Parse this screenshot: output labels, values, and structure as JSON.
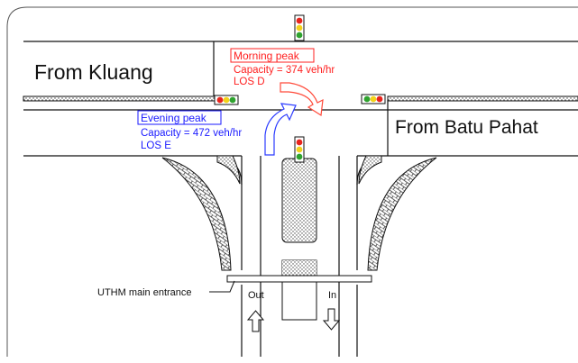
{
  "labels": {
    "from_left": "From Kluang",
    "from_right": "From Batu Pahat",
    "entrance": "UTHM main entrance",
    "out": "Out",
    "in": "In"
  },
  "morning_peak": {
    "title": "Morning peak",
    "capacity": "Capacity = 374 veh/hr",
    "los": "LOS D",
    "color": "#ff2020"
  },
  "evening_peak": {
    "title": "Evening peak",
    "capacity": "Capacity = 472 veh/hr",
    "los": "LOS E",
    "color": "#1a1aff"
  },
  "colors": {
    "line": "#111111",
    "traffic_red": "#e8241c",
    "traffic_yellow": "#f2d21a",
    "traffic_green": "#2fa32f",
    "morning_arrow": "#ff4a3a",
    "evening_arrow": "#2b3bff"
  }
}
